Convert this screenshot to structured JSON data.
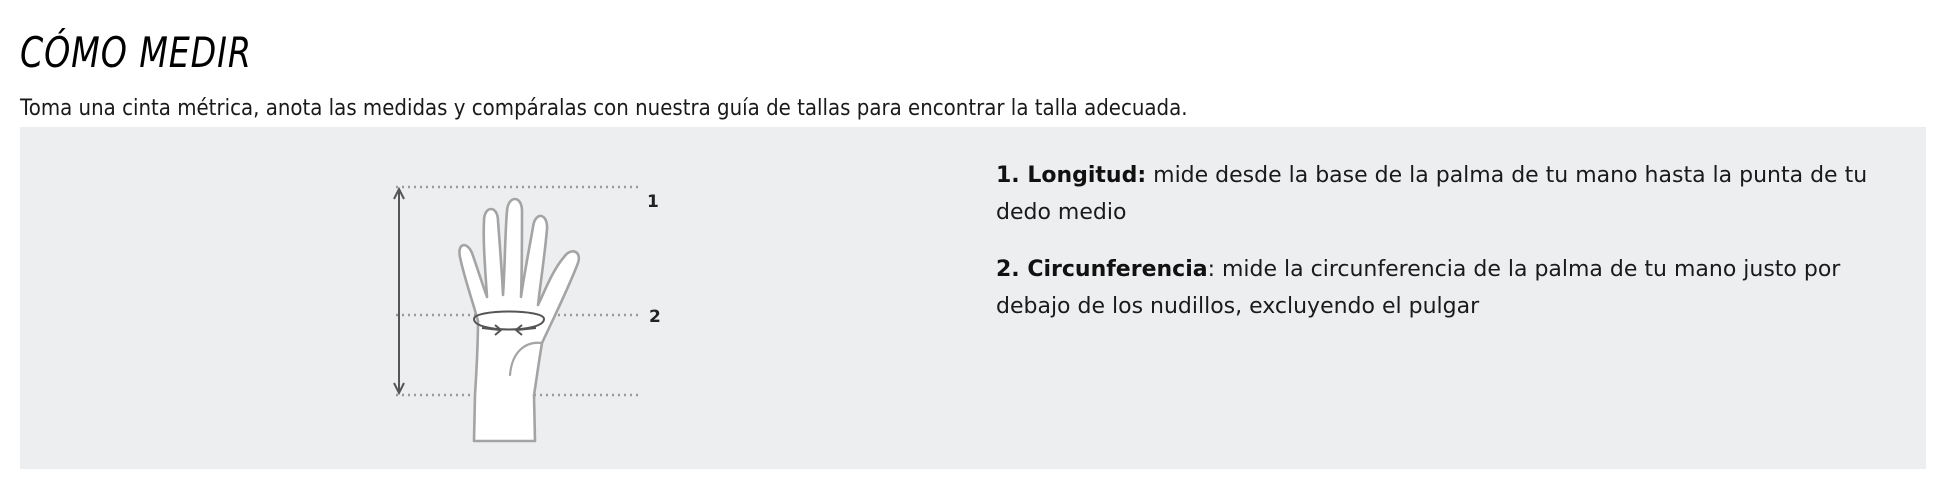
{
  "header": {
    "title": "CÓMO MEDIR",
    "intro": "Toma una cinta métrica, anota las medidas y compáralas con nuestra guía de tallas para encontrar la talla adecuada."
  },
  "diagram": {
    "marker_1": "1",
    "marker_2": "2",
    "colors": {
      "outline": "#a4a4a4",
      "guide": "#9a9a9a",
      "arrow": "#555555",
      "hand_fill": "#ffffff"
    }
  },
  "steps": [
    {
      "title": "1. Longitud:",
      "text": " mide desde la base de la palma de tu mano hasta la punta de tu dedo medio"
    },
    {
      "title": "2. Circunferencia",
      "text": ": mide la circunferencia de la palma de tu mano justo por debajo de los nudillos, excluyendo el pulgar"
    }
  ]
}
